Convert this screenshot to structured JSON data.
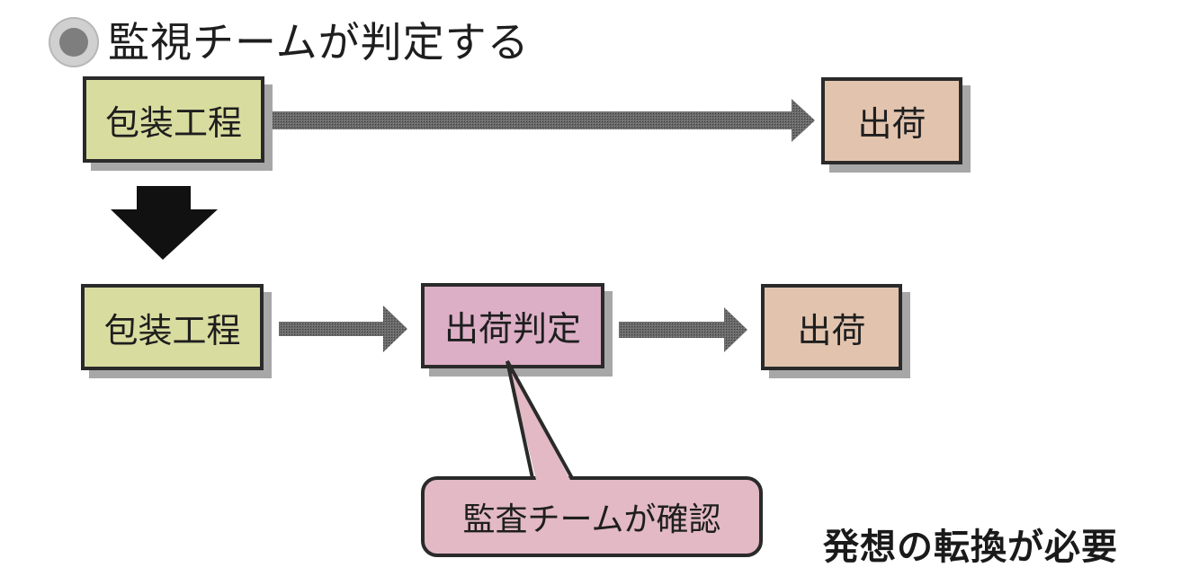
{
  "title": {
    "icon": "double-circle-bullet-icon",
    "text": "監視チームが判定する"
  },
  "before_flow": {
    "steps": [
      {
        "label": "包装工程",
        "color": "#d9dc9f"
      },
      {
        "label": "出荷",
        "color": "#e2c4ae"
      }
    ]
  },
  "transition_arrow": {
    "icon": "down-arrow-icon",
    "color": "#111111"
  },
  "after_flow": {
    "steps": [
      {
        "label": "包装工程",
        "color": "#d9dc9f"
      },
      {
        "label": "出荷判定",
        "color": "#dcafc6"
      },
      {
        "label": "出荷",
        "color": "#e2c4ae"
      }
    ],
    "callout": {
      "text": "監査チームが確認",
      "color": "#e2b9c4",
      "points_to": "出荷判定"
    }
  },
  "note": {
    "text": "発想の転換が必要"
  },
  "colors": {
    "flow_arrow": "#555555",
    "border": "#2a2a2a",
    "shadow": "#a7a7a7"
  }
}
